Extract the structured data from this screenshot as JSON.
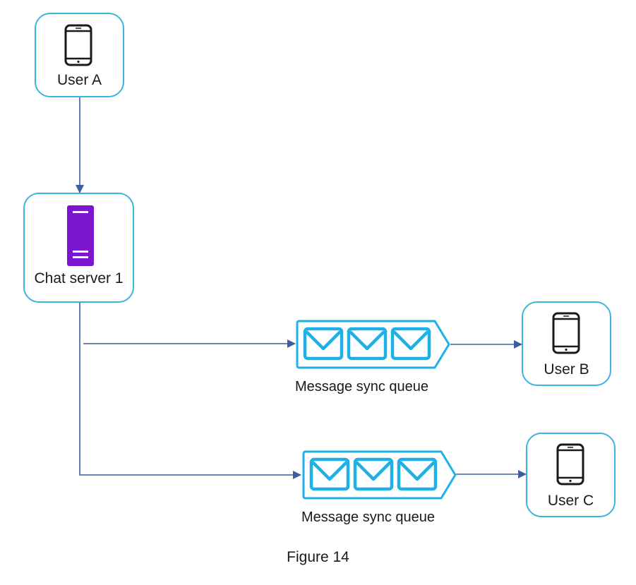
{
  "nodes": {
    "user_a": "User A",
    "chat_server": "Chat server 1",
    "user_b": "User B",
    "user_c": "User C"
  },
  "queues": [
    {
      "label": "Message sync queue"
    },
    {
      "label": "Message sync queue"
    }
  ],
  "caption": "Figure 14",
  "colors": {
    "node_border": "#3cb4e0",
    "arrow": "#3d5f9e",
    "queue": "#1fb0e8",
    "server": "#7a15d0"
  },
  "icons": {
    "user_device": "smartphone-icon",
    "server": "server-icon",
    "queue_message": "envelope-icon"
  }
}
